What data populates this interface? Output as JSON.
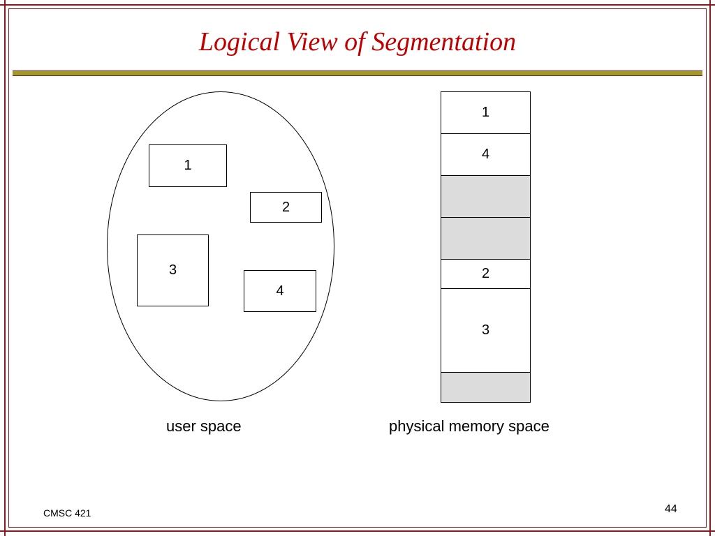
{
  "slide": {
    "title": "Logical View of Segmentation",
    "footer_left": "CMSC 421",
    "page_number": "44"
  },
  "user_space": {
    "caption": "user space",
    "segments": [
      "1",
      "2",
      "3",
      "4"
    ]
  },
  "physical_memory": {
    "caption": "physical memory space",
    "blocks": [
      {
        "label": "1",
        "free": false
      },
      {
        "label": "4",
        "free": false
      },
      {
        "label": "",
        "free": true
      },
      {
        "label": "",
        "free": true
      },
      {
        "label": "2",
        "free": false
      },
      {
        "label": "3",
        "free": false
      },
      {
        "label": "",
        "free": true
      }
    ]
  },
  "colors": {
    "title": "#c00000",
    "frame": "#8b1a1a",
    "rule": "#a09a28",
    "free_block": "#dcdcdc"
  }
}
